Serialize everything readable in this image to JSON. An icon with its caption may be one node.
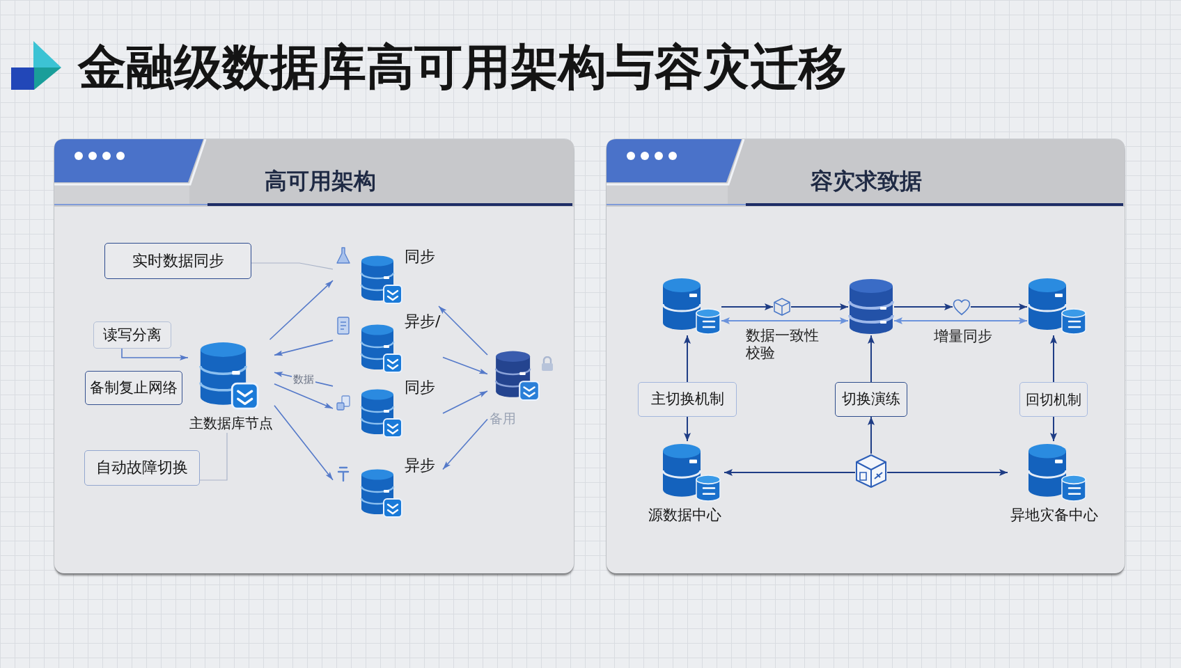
{
  "diagram": {
    "title": "金融级数据库高可用架构与容灾迁移",
    "nodes": [
      {
        "text": [
          "高可用架构"
        ]
      },
      {
        "text": [
          "实时数据同步"
        ],
        "in": 0
      },
      {
        "text": [
          "同步"
        ],
        "in": 0
      },
      {
        "text": [
          "读写分离"
        ],
        "in": 0
      },
      {
        "text": [
          "异步/"
        ],
        "in": 0
      },
      {
        "text": [
          "主数据库节点"
        ],
        "in": 0
      },
      {
        "text": [
          "备制复止网络"
        ],
        "in": 0
      },
      {
        "text": [
          "备用"
        ],
        "in": 0
      },
      {
        "text": [
          "同步"
        ],
        "in": 0
      },
      {
        "text": [
          "自动故障切换"
        ],
        "in": 0
      },
      {
        "text": [
          "异步"
        ],
        "in": 0
      },
      {
        "text": [
          "容灾求致据"
        ]
      },
      {
        "text": [],
        "shape": "cylinder",
        "in": 11
      },
      {
        "text": [],
        "shape": "cube",
        "in": 11
      },
      {
        "text": [],
        "shape": "cylinder",
        "in": 11
      },
      {
        "text": [],
        "shape": "heart",
        "in": 11
      },
      {
        "text": [],
        "shape": "cylinder",
        "in": 11
      },
      {
        "text": [
          "主切换机制"
        ],
        "in": 11
      },
      {
        "text": [
          "切换演练"
        ],
        "in": 11
      },
      {
        "text": [
          "回切机制"
        ],
        "in": 11
      },
      {
        "text": [
          "源数据中心"
        ],
        "in": 11
      },
      {
        "text": [],
        "shape": "cube",
        "in": 11
      },
      {
        "text": [
          "异地灾备中心"
        ],
        "in": 11
      }
    ],
    "edges": [
      {
        "from": 5,
        "to": 2,
        "arrow": "to",
        "color": "#5479c9"
      },
      {
        "from": 4,
        "to": 5,
        "arrow": "to",
        "color": "#5479c9"
      },
      {
        "from": 5,
        "to": 8,
        "arrow": "to",
        "color": "#5479c9"
      },
      {
        "from": 8,
        "to": 5,
        "arrow": "to",
        "label": "数据",
        "color": "#5479c9"
      },
      {
        "from": 5,
        "to": 10,
        "arrow": "to",
        "color": "#5479c9"
      },
      {
        "from": 7,
        "to": 2,
        "arrow": "to",
        "color": "#5479c9"
      },
      {
        "from": 4,
        "to": 7,
        "arrow": "to",
        "color": "#5479c9"
      },
      {
        "from": 8,
        "to": 7,
        "arrow": "to",
        "color": "#5479c9"
      },
      {
        "from": 7,
        "to": 10,
        "arrow": "to",
        "color": "#5479c9"
      },
      {
        "from": 3,
        "to": 5,
        "arrow": "to",
        "color": "#5479c9"
      },
      {
        "from": 1,
        "to": 2,
        "arrow": "none",
        "color": "#aab4c8"
      },
      {
        "from": 9,
        "to": 5,
        "arrow": "none",
        "color": "#aab4c8"
      },
      {
        "from": 12,
        "to": 13,
        "arrow": "to"
      },
      {
        "from": 13,
        "to": 14,
        "arrow": "to"
      },
      {
        "from": 12,
        "to": 14,
        "arrow": "both",
        "label": "数据一致性校验",
        "color": "#6b93dc"
      },
      {
        "from": 14,
        "to": 15,
        "arrow": "to"
      },
      {
        "from": 15,
        "to": 16,
        "arrow": "to"
      },
      {
        "from": 14,
        "to": 16,
        "arrow": "both",
        "label": "增量同步",
        "color": "#6b93dc"
      },
      {
        "from": 17,
        "to": 12,
        "arrow": "to"
      },
      {
        "from": 17,
        "to": 20,
        "arrow": "to"
      },
      {
        "from": 18,
        "to": 14,
        "arrow": "to"
      },
      {
        "from": 21,
        "to": 18,
        "arrow": "to"
      },
      {
        "from": 19,
        "to": 16,
        "arrow": "to"
      },
      {
        "from": 19,
        "to": 22,
        "arrow": "to"
      },
      {
        "from": 21,
        "to": 20,
        "arrow": "to"
      },
      {
        "from": 21,
        "to": 22,
        "arrow": "to"
      }
    ]
  }
}
